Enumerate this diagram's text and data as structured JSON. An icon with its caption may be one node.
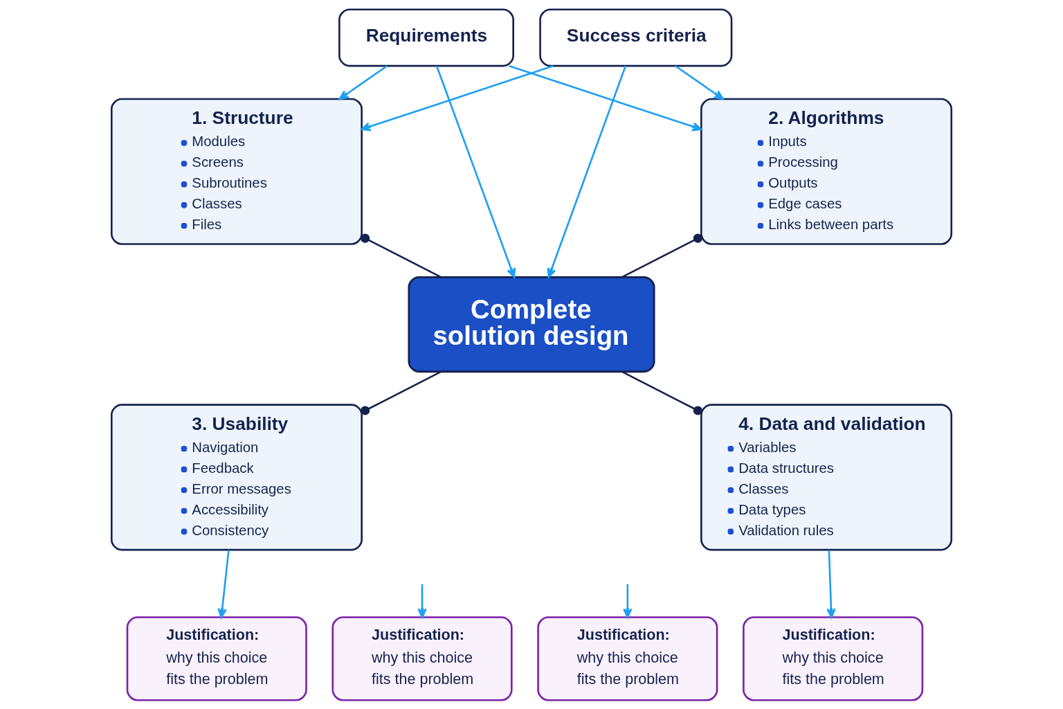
{
  "diagram": {
    "nodes": [
      {
        "text": [
          "Requirements"
        ]
      },
      {
        "text": [
          "Success criteria"
        ]
      },
      {
        "text": [
          "1. Structure",
          "Modules",
          "Screens",
          "Subroutines",
          "Classes",
          "Files"
        ]
      },
      {
        "text": [
          "2. Algorithms",
          "Inputs",
          "Processing",
          "Outputs",
          "Edge cases",
          "Links between parts"
        ]
      },
      {
        "text": [
          "Complete solution design"
        ]
      },
      {
        "text": [
          "3. Usability",
          "Navigation",
          "Feedback",
          "Error messages",
          "Accessibility",
          "Consistency"
        ]
      },
      {
        "text": [
          "4. Data and validation",
          "Variables",
          "Data structures",
          "Classes",
          "Data types",
          "Validation rules"
        ]
      },
      {
        "text": [
          "Justification:",
          "why this choice fits the problem"
        ]
      },
      {
        "text": [
          "Justification:",
          "why this choice fits the problem"
        ]
      },
      {
        "text": [
          "Justification:",
          "why this choice fits the problem"
        ]
      },
      {
        "text": [
          "Justification:",
          "why this choice fits the problem"
        ]
      }
    ],
    "edges": [
      {
        "from": 0,
        "to": 2,
        "arrow": "to"
      },
      {
        "from": 0,
        "to": 4,
        "arrow": "to"
      },
      {
        "from": 0,
        "to": 3,
        "arrow": "to"
      },
      {
        "from": 1,
        "to": 2,
        "arrow": "to"
      },
      {
        "from": 1,
        "to": 4,
        "arrow": "to"
      },
      {
        "from": 1,
        "to": 3,
        "arrow": "to"
      },
      {
        "from": 4,
        "to": 2,
        "arrow": "other",
        "color": "#14224d"
      },
      {
        "from": 4,
        "to": 3,
        "arrow": "other",
        "color": "#14224d"
      },
      {
        "from": 4,
        "to": 5,
        "arrow": "other",
        "color": "#14224d"
      },
      {
        "from": 4,
        "to": 6,
        "arrow": "other",
        "color": "#14224d"
      },
      {
        "from": 5,
        "to": 7,
        "arrow": "to"
      },
      {
        "from": null,
        "to": 8,
        "arrow": "to"
      },
      {
        "from": null,
        "to": 9,
        "arrow": "to"
      },
      {
        "from": 6,
        "to": 10,
        "arrow": "to"
      }
    ]
  }
}
